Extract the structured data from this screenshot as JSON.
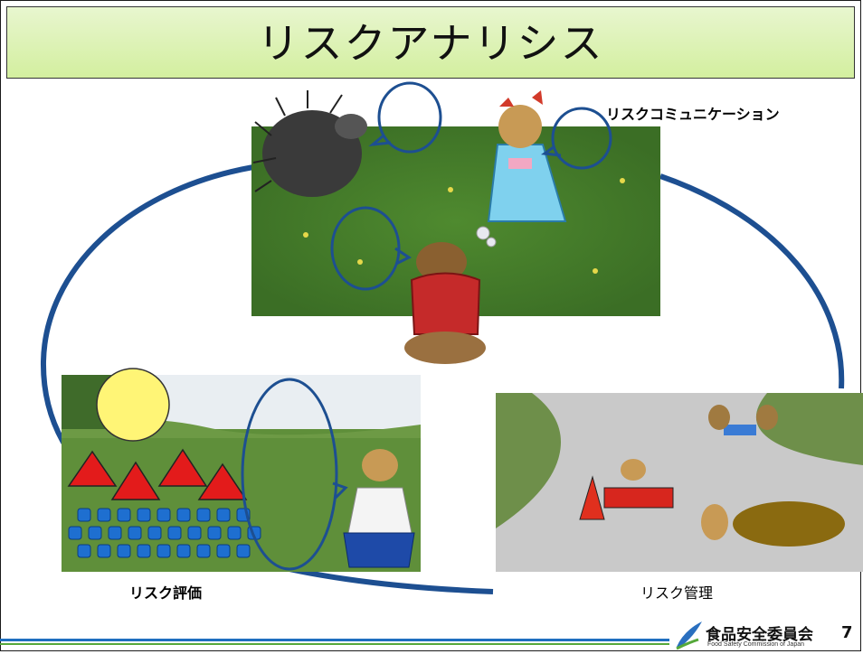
{
  "slide": {
    "title": "リスクアナリシス",
    "page_number": "7"
  },
  "labels": {
    "risk_communication": "リスクコミュニケーション",
    "risk_assessment": "リスク評価",
    "risk_management": "リスク管理"
  },
  "logo": {
    "name": "食品安全委員会",
    "subtitle": "Food Safety Commission of Japan"
  },
  "colors": {
    "title_bg": "#d3ef9f",
    "cycle_arrow": "#1d4f91",
    "triangle": "#e31b1b",
    "square": "#1e6fd0",
    "sun": "#fff576",
    "hole": "#8a6a10"
  },
  "icons": [
    "speech-bubble-icon",
    "porcupine-illustration",
    "mole-illustration",
    "traffic-cone-icon",
    "barrier-icon"
  ]
}
